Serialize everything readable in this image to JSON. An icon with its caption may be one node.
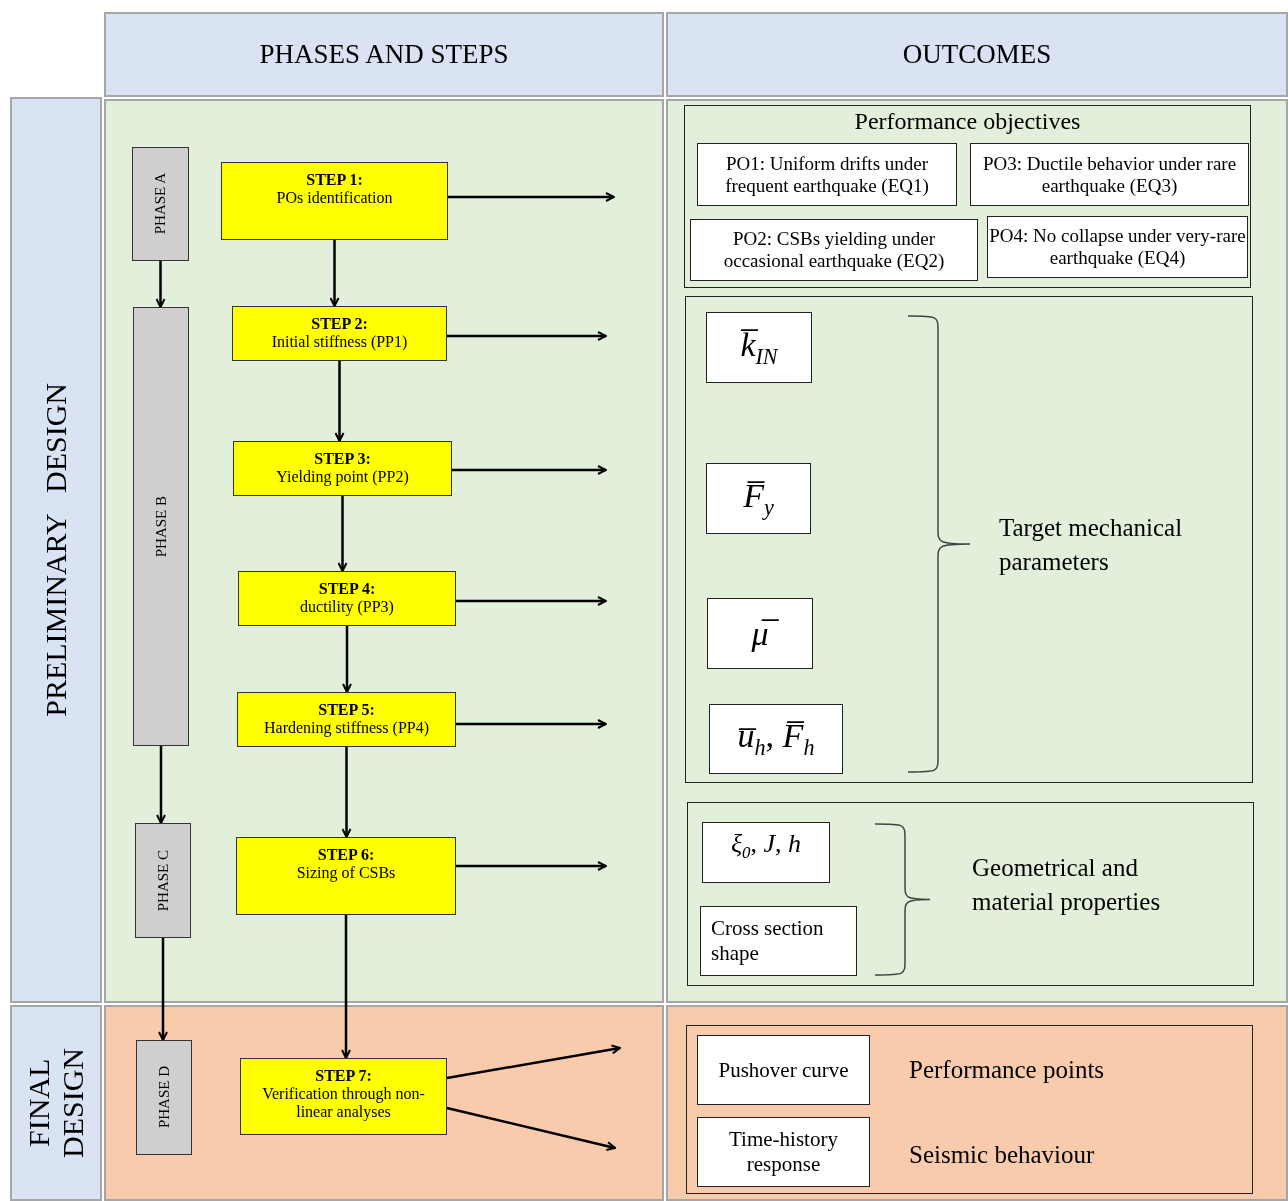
{
  "diagram": {
    "nodes": [
      {
        "text": [
          "PHASES AND STEPS"
        ]
      },
      {
        "text": [
          "OUTCOMES"
        ]
      },
      {
        "text": [
          "PRELIMINARY DESIGN"
        ]
      },
      {
        "text": [
          "FINAL DESIGN"
        ]
      },
      {
        "text": [
          "PHASE A"
        ]
      },
      {
        "text": [
          "PHASE B"
        ]
      },
      {
        "text": [
          "PHASE C"
        ]
      },
      {
        "text": [
          "PHASE D"
        ]
      },
      {
        "text": [
          "STEP 1:",
          "POs identification"
        ]
      },
      {
        "text": [
          "STEP 2:",
          "Initial stiffness (PP1)"
        ]
      },
      {
        "text": [
          "STEP 3:",
          "Yielding point (PP2)"
        ]
      },
      {
        "text": [
          "STEP 4:",
          "ductility (PP3)"
        ]
      },
      {
        "text": [
          "STEP 5:",
          "Hardening stiffness (PP4)"
        ]
      },
      {
        "text": [
          "STEP 6:",
          "Sizing of CSBs"
        ]
      },
      {
        "text": [
          "STEP 7:",
          "Verification through non-linear analyses"
        ]
      },
      {
        "text": [
          "Performance objectives"
        ]
      },
      {
        "text": [
          "PO1: Uniform drifts under frequent earthquake (EQ1)"
        ],
        "in": 15
      },
      {
        "text": [
          "PO3: Ductile behavior under rare earthquake (EQ3)"
        ],
        "in": 15
      },
      {
        "text": [
          "PO2: CSBs yielding under occasional earthquake (EQ2)"
        ],
        "in": 15
      },
      {
        "text": [
          "PO4: No collapse under very-rare earthquake (EQ4)"
        ],
        "in": 15
      },
      {
        "text": [
          "Target mechanical parameters"
        ]
      },
      {
        "text": [
          "*k̅*$_{IN}$"
        ],
        "in": 20
      },
      {
        "text": [
          "*F̅*$_{y}$"
        ],
        "in": 20
      },
      {
        "text": [
          "*μ̅*"
        ],
        "in": 20
      },
      {
        "text": [
          "*u̅*$_{h}$, *F̅*$_{h}$"
        ],
        "in": 20
      },
      {
        "text": [
          "Geometrical and material properties"
        ]
      },
      {
        "text": [
          "*ξ*$_{0}$, *J*, *h*"
        ],
        "in": 25
      },
      {
        "text": [
          "Cross section shape"
        ],
        "in": 25
      },
      {
        "text": [],
        "shape": "box"
      },
      {
        "text": [
          "Pushover curve"
        ],
        "beside": [
          "Performance points"
        ],
        "in": 28
      },
      {
        "text": [
          "Time-history response"
        ],
        "beside": [
          "Seismic behaviour"
        ],
        "in": 28
      }
    ],
    "edges": [
      {
        "from": 4,
        "to": 5,
        "arrow": "to"
      },
      {
        "from": 5,
        "to": 6,
        "arrow": "to"
      },
      {
        "from": 6,
        "to": 7,
        "arrow": "to"
      },
      {
        "from": 8,
        "to": 9,
        "arrow": "to"
      },
      {
        "from": 9,
        "to": 10,
        "arrow": "to"
      },
      {
        "from": 10,
        "to": 11,
        "arrow": "to"
      },
      {
        "from": 11,
        "to": 12,
        "arrow": "to"
      },
      {
        "from": 12,
        "to": 13,
        "arrow": "to"
      },
      {
        "from": 13,
        "to": 14,
        "arrow": "to"
      },
      {
        "from": 8,
        "to": null,
        "arrow": "to"
      },
      {
        "from": 9,
        "to": null,
        "arrow": "to"
      },
      {
        "from": 10,
        "to": null,
        "arrow": "to"
      },
      {
        "from": 11,
        "to": null,
        "arrow": "to"
      },
      {
        "from": 12,
        "to": null,
        "arrow": "to"
      },
      {
        "from": 13,
        "to": null,
        "arrow": "to"
      },
      {
        "from": 14,
        "to": null,
        "arrow": "to"
      },
      {
        "from": 14,
        "to": null,
        "arrow": "to"
      }
    ]
  }
}
